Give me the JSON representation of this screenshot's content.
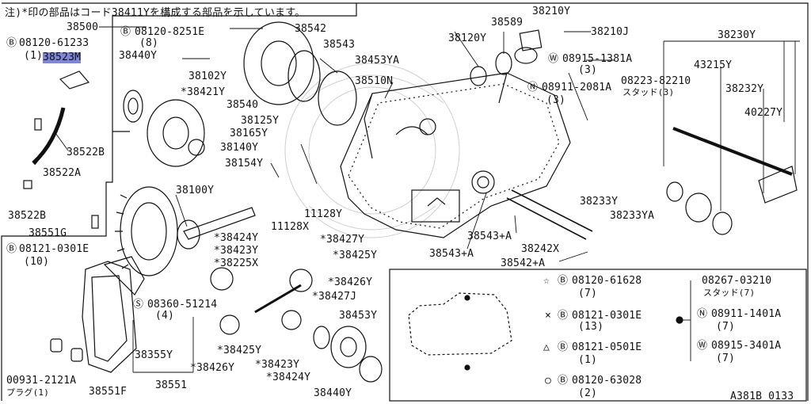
{
  "note": "注)*印の部品はコード38411Yを構成する部品を示しています。",
  "footer_code": "A381B 0133",
  "labels": {
    "p38500": "38500",
    "p38542": "38542",
    "p38543": "38543",
    "p38453YA": "38453YA",
    "p38510N": "38510N",
    "p38210Y": "38210Y",
    "p38589": "38589",
    "p38120Y": "38120Y",
    "p38210J": "38210J",
    "p38230Y": "38230Y",
    "p43215Y": "43215Y",
    "p38232Y": "38232Y",
    "p40227Y": "40227Y",
    "bolt_08120_61233": "08120-61233",
    "qty_1a": "(1)",
    "p38523M": "38523M",
    "bolt_08120_8251E": "08120-8251E",
    "qty_8": "(8)",
    "p38440Y_top": "38440Y",
    "p38102Y": "38102Y",
    "p38421Y": "*38421Y",
    "p38540": "38540",
    "p38125Y": "38125Y",
    "p38165Y": "38165Y",
    "p38140Y": "38140Y",
    "p38154Y": "38154Y",
    "washer_08915_1381A": "08915-1381A",
    "qty_3a": "(3)",
    "nut_08911_2081A": "08911-2081A",
    "qty_3b": "(3)",
    "stud_08223_82210": "08223-82210",
    "stud_qty": "スタッド(3)",
    "p38522B_a": "38522B",
    "p38522A": "38522A",
    "p38522B_b": "38522B",
    "p38551G": "38551G",
    "p38100Y": "38100Y",
    "p11128Y": "11128Y",
    "p11128X": "11128X",
    "p38233Y": "38233Y",
    "p38233YA": "38233YA",
    "p38543A_1": "38543+A",
    "p38242X": "38242X",
    "p38543A_2": "38543+A",
    "p38542A": "38542+A",
    "bolt_08121_0301E": "08121-0301E",
    "qty_10": "(10)",
    "p38424Y_a": "*38424Y",
    "p38423Y_a": "*38423Y",
    "p38225X": "*38225X",
    "p38427Y": "*38427Y",
    "p38425Y_a": "*38425Y",
    "p38426Y_a": "*38426Y",
    "p38427J": "*38427J",
    "bolt_08360_51214": "08360-51214",
    "qty_4": "(4)",
    "p38453Y": "38453Y",
    "p38425Y_b": "*38425Y",
    "p38355Y": "38355Y",
    "p38426Y_b": "*38426Y",
    "p38423Y_b": "*38423Y",
    "p38551": "38551",
    "plug_00931_2121A": "00931-2121A",
    "plug_qty": "プラグ(1)",
    "p38551F": "38551F",
    "p38424Y_b": "*38424Y",
    "p38440Y_bottom": "38440Y"
  },
  "legend": {
    "star_code": "08120-61628",
    "star_qty": "(7)",
    "cross_code": "08121-0301E",
    "cross_qty": "(13)",
    "triangle_code": "08121-0501E",
    "triangle_qty": "(1)",
    "circle_code": "08120-63028",
    "circle_qty": "(2)",
    "dot_stud_code": "08267-03210",
    "dot_stud_qty": "スタッド(7)",
    "dot_nut_code": "08911-1401A",
    "dot_nut_qty": "(7)",
    "dot_washer_code": "08915-3401A",
    "dot_washer_qty": "(7)"
  }
}
